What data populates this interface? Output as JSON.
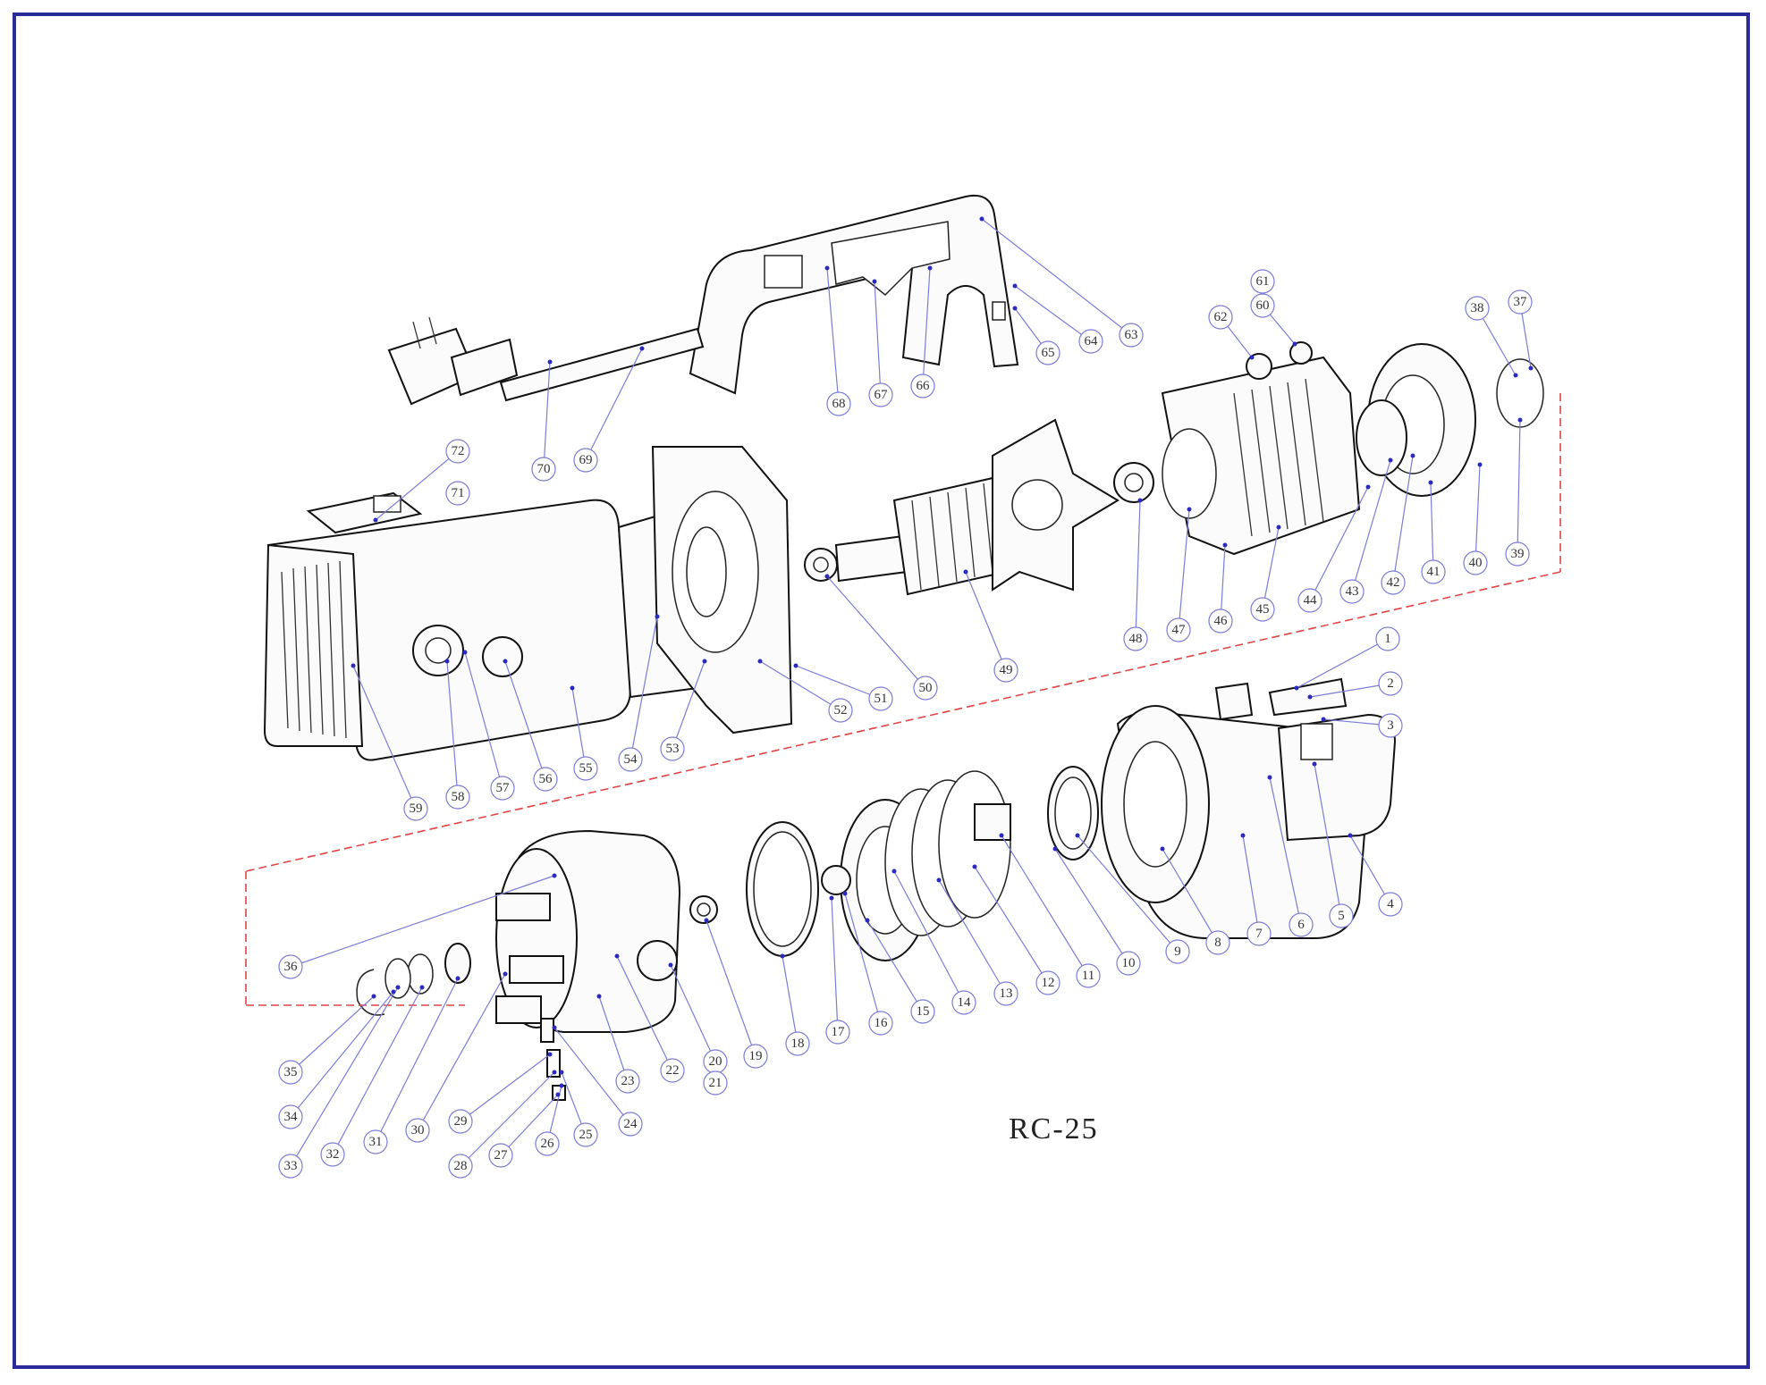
{
  "model": "RC-25",
  "colors": {
    "frame": "#2a2a9a",
    "callout": "#7c7cd6",
    "leader_dot": "#2a2abf",
    "separator": "#e04444"
  },
  "callouts": [
    "1",
    "2",
    "3",
    "4",
    "5",
    "6",
    "7",
    "8",
    "9",
    "10",
    "11",
    "12",
    "13",
    "14",
    "15",
    "16",
    "17",
    "18",
    "19",
    "20",
    "21",
    "22",
    "23",
    "24",
    "25",
    "26",
    "27",
    "28",
    "29",
    "30",
    "31",
    "32",
    "33",
    "34",
    "35",
    "36",
    "37",
    "38",
    "39",
    "40",
    "41",
    "42",
    "43",
    "44",
    "45",
    "46",
    "47",
    "48",
    "49",
    "50",
    "51",
    "52",
    "53",
    "54",
    "55",
    "56",
    "57",
    "58",
    "59",
    "60",
    "61",
    "62",
    "63",
    "64",
    "65",
    "66",
    "67",
    "68",
    "69",
    "70",
    "71",
    "72"
  ]
}
